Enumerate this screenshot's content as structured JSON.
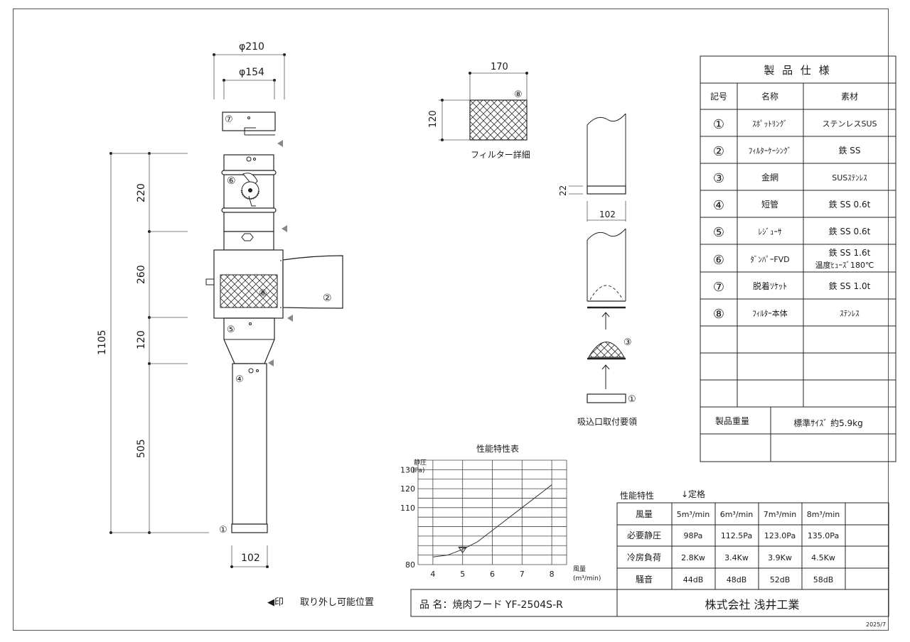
{
  "drawing": {
    "dims": {
      "top_outer": "φ210",
      "top_inner": "φ154",
      "total_height": "1105",
      "seg1": "220",
      "seg2": "260",
      "seg3": "120",
      "seg4": "505",
      "bottom_width": "102"
    },
    "part_markers": {
      "p1": "①",
      "p2": "②",
      "p3": "③",
      "p4": "④",
      "p5": "⑤",
      "p6": "⑥",
      "p7": "⑦",
      "p8": "⑧"
    },
    "filter_detail": {
      "width": "170",
      "height": "120",
      "caption": "フィルター詳細"
    },
    "intake": {
      "dim_small": "22",
      "dim_width": "102",
      "caption": "吸込口取付要領"
    },
    "legend": {
      "marker": "◀印",
      "text": "取り外し可能位置"
    },
    "date": "2025/7"
  },
  "spec_table": {
    "title": "製 品 仕 様",
    "headers": [
      "記号",
      "名称",
      "素材"
    ],
    "rows": [
      {
        "num": "①",
        "name": "ｽﾎﾟｯﾄﾘﾝｸﾞ",
        "material": "ステンレスSUS"
      },
      {
        "num": "②",
        "name": "ﾌｨﾙﾀｰｹｰｼﾝｸﾞ",
        "material": "鉄 SS"
      },
      {
        "num": "③",
        "name": "金網",
        "material": "SUSｽﾃﾝﾚｽ"
      },
      {
        "num": "④",
        "name": "短管",
        "material": "鉄 SS 0.6t"
      },
      {
        "num": "⑤",
        "name": "ﾚｼﾞｭｰｻ",
        "material": "鉄 SS 0.6t"
      },
      {
        "num": "⑥",
        "name": "ﾀﾞﾝﾊﾟｰFVD",
        "material": "鉄 SS 1.6t",
        "material2": "温度ﾋｭｰｽﾞ180℃"
      },
      {
        "num": "⑦",
        "name": "脱着ｿｹｯﾄ",
        "material": "鉄 SS 1.0t"
      },
      {
        "num": "⑧",
        "name": "ﾌｨﾙﾀｰ本体",
        "material": "ｽﾃﾝﾚｽ"
      }
    ],
    "weight_label": "製品重量",
    "weight_value": "標準ｻｲｽﾞ 約5.9kg"
  },
  "chart_data": {
    "type": "line",
    "title": "性能特性表",
    "ylabel": "静圧\n(Pa)",
    "xlabel": "風量\n(m³/min)",
    "xlim": [
      3.5,
      8.5
    ],
    "ylim": [
      80,
      135
    ],
    "x_ticks": [
      4,
      5,
      6,
      7,
      8
    ],
    "y_ticks": [
      80,
      110,
      120,
      130
    ],
    "grid": true,
    "series": [
      {
        "x": [
          4.0,
          4.5,
          5.0,
          5.5,
          6.0,
          7.0,
          8.0
        ],
        "y": [
          84,
          85,
          88,
          92,
          98,
          110,
          122
        ]
      }
    ],
    "marker_point": {
      "x": 5.0,
      "y": 87
    }
  },
  "perf_table": {
    "title": "性能特性",
    "rated_note": "↓定格",
    "columns": [
      "5m³/min",
      "6m³/min",
      "7m³/min",
      "8m³/min"
    ],
    "rows": [
      {
        "label": "風量",
        "values": [
          "5m³/min",
          "6m³/min",
          "7m³/min",
          "8m³/min"
        ]
      },
      {
        "label": "必要静圧",
        "values": [
          "98Pa",
          "112.5Pa",
          "123.0Pa",
          "135.0Pa"
        ]
      },
      {
        "label": "冷房負荷",
        "values": [
          "2.8Kw",
          "3.4Kw",
          "3.9Kw",
          "4.5Kw"
        ]
      },
      {
        "label": "騒音",
        "values": [
          "44dB",
          "48dB",
          "52dB",
          "58dB"
        ]
      }
    ]
  },
  "title_block": {
    "product_label": "品 名：焼肉フード YF-2504S-R",
    "company": "株式会社 浅井工業"
  }
}
